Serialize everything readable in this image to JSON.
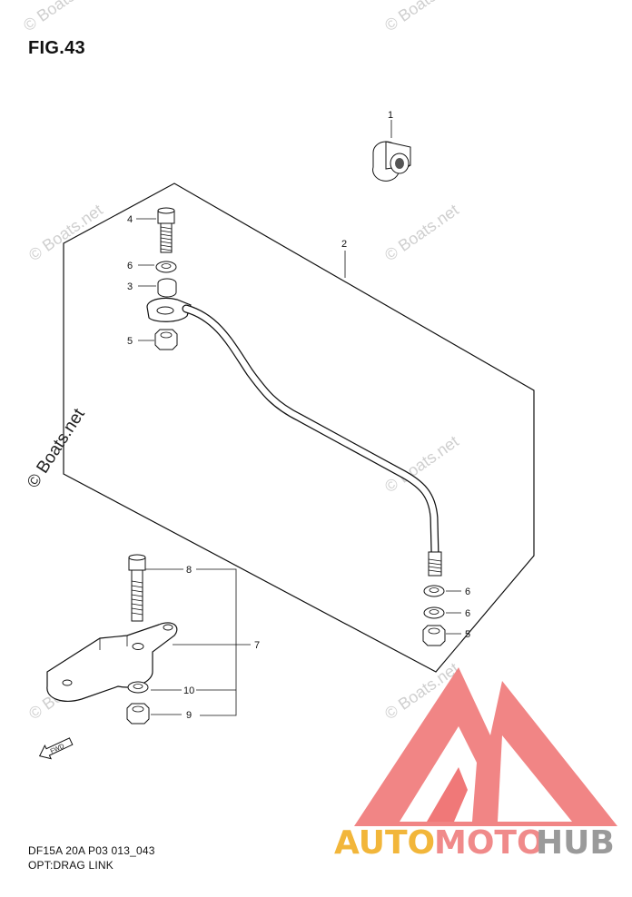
{
  "figure": {
    "title": "FIG.43",
    "model_code": "DF15A 20A P03 013_043",
    "caption": "OPT:DRAG LINK"
  },
  "watermark": {
    "text": "© Boats.net"
  },
  "callouts": {
    "c1": "1",
    "c2": "2",
    "c3": "3",
    "c4": "4",
    "c5a": "5",
    "c5b": "5",
    "c6a": "6",
    "c6b": "6",
    "c6c": "6",
    "c7": "7",
    "c8": "8",
    "c9": "9",
    "c10": "10"
  },
  "direction_marker": "FWD",
  "brand": {
    "part1": "AUTO",
    "part2": "MOTO",
    "part3": "HUB",
    "color1": "#f2b63a",
    "color2": "#f08a8a",
    "color3": "#9a9a9a",
    "triangle_color": "#f07878"
  }
}
